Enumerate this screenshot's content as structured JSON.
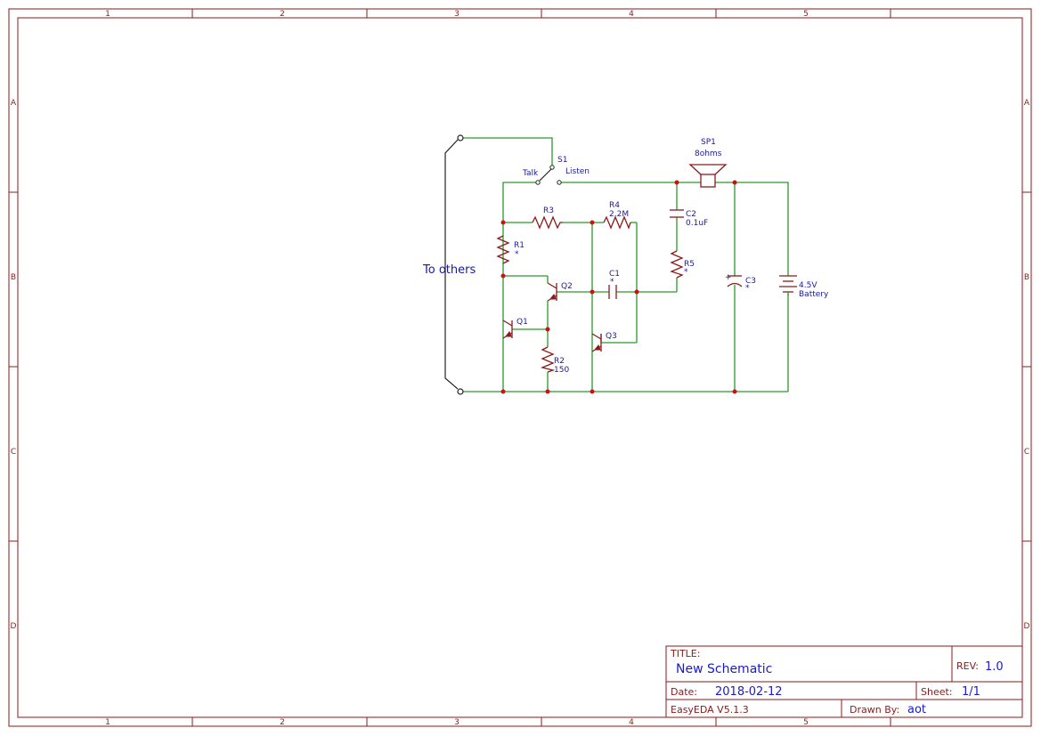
{
  "frame": {
    "columns": [
      "1",
      "2",
      "3",
      "4",
      "5"
    ],
    "rows": [
      "A",
      "B",
      "C",
      "D"
    ]
  },
  "schematic": {
    "components": {
      "S1": {
        "ref": "S1",
        "left": "Talk",
        "right": "Listen"
      },
      "SP1": {
        "ref": "SP1",
        "value": "8ohms"
      },
      "R3": {
        "ref": "R3"
      },
      "R4": {
        "ref": "R4",
        "value": "2.2M"
      },
      "C2": {
        "ref": "C2",
        "value": "0.1uF"
      },
      "R1": {
        "ref": "R1",
        "value": "*"
      },
      "R5": {
        "ref": "R5",
        "value": "*"
      },
      "C1": {
        "ref": "C1",
        "value": "*"
      },
      "Q2": {
        "ref": "Q2"
      },
      "C3": {
        "ref": "C3",
        "value": "*",
        "polarity": "+"
      },
      "BAT": {
        "value": "4.5V",
        "name": "Battery"
      },
      "Q1": {
        "ref": "Q1"
      },
      "Q3": {
        "ref": "Q3"
      },
      "R2": {
        "ref": "R2",
        "value": "150"
      }
    },
    "net_label": "To others"
  },
  "title_block": {
    "title_label": "TITLE:",
    "title": "New Schematic",
    "rev_label": "REV:",
    "rev": "1.0",
    "date_label": "Date:",
    "date": "2018-02-12",
    "sheet_label": "Sheet:",
    "sheet": "1/1",
    "tool": "EasyEDA V5.1.3",
    "drawn_by_label": "Drawn By:",
    "drawn_by": "aot"
  }
}
